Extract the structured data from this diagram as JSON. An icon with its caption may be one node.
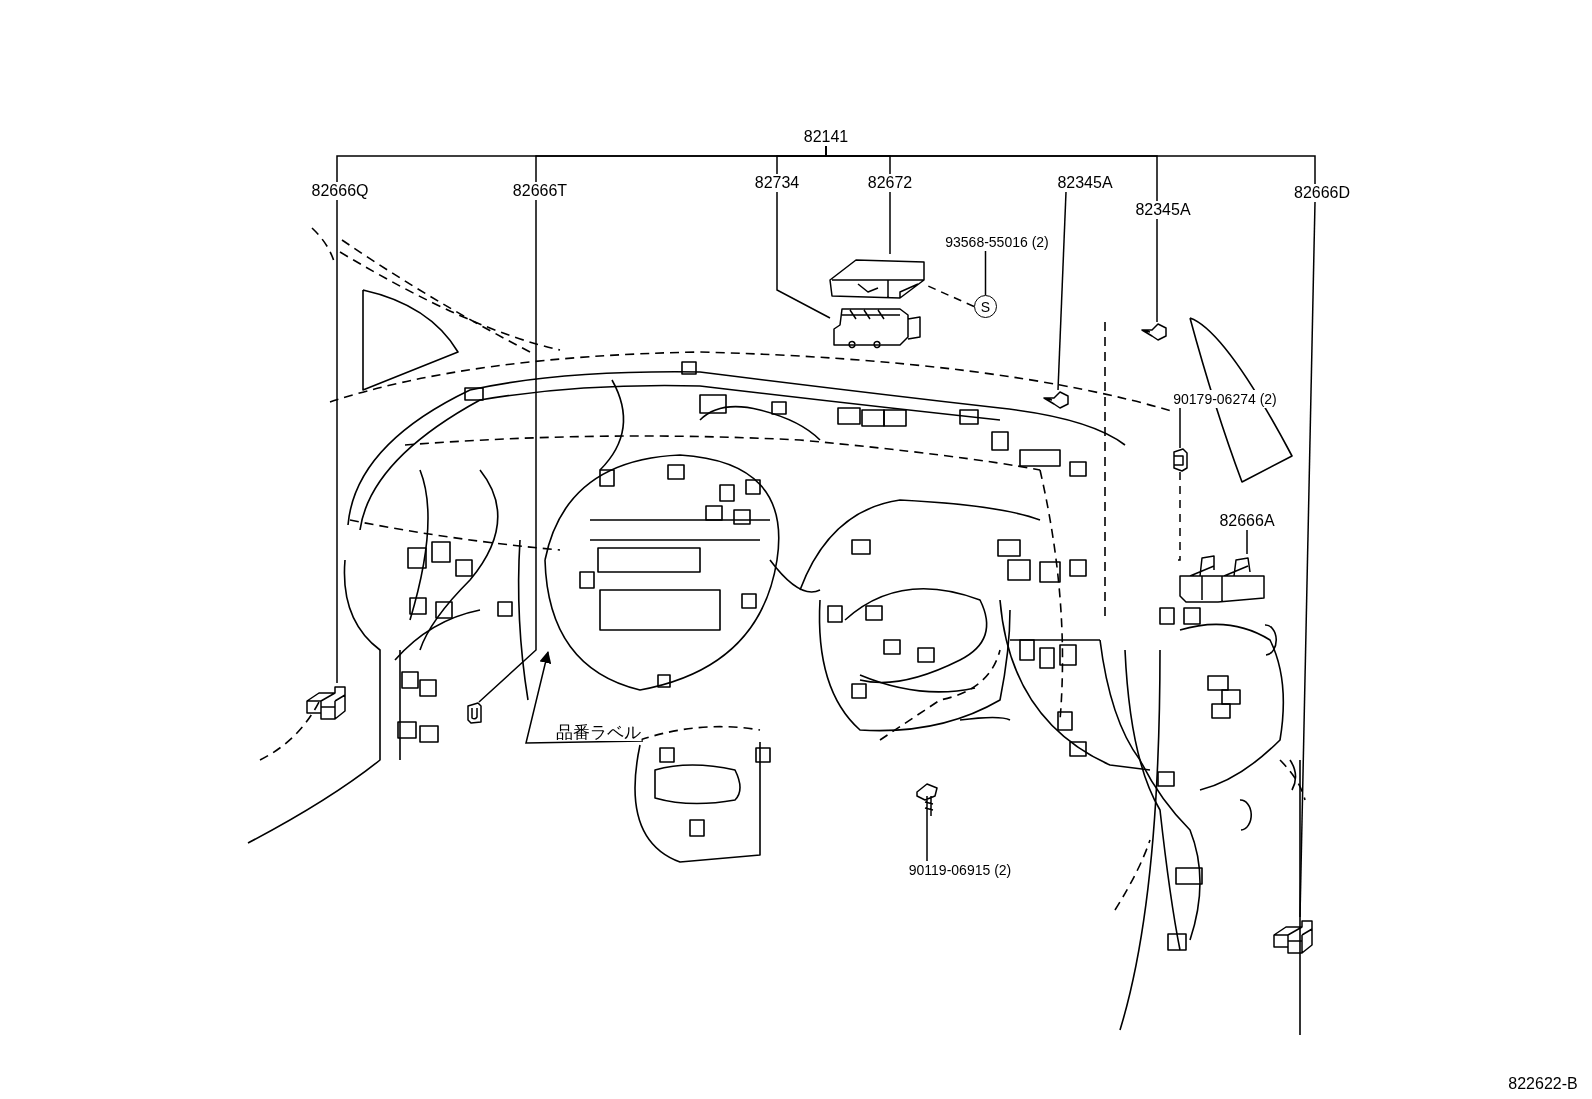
{
  "diagram": {
    "nodes": [
      {
        "text": [
          "82666Q"
        ]
      },
      {
        "text": [],
        "shape": "picture"
      },
      {
        "text": [
          "82666T"
        ]
      },
      {
        "text": [],
        "shape": "picture"
      },
      {
        "text": [
          "82734"
        ]
      },
      {
        "text": [],
        "shape": "picture"
      },
      {
        "text": [
          "82672"
        ]
      },
      {
        "text": [],
        "shape": "picture"
      },
      {
        "text": [
          "93568-55016 (2)"
        ]
      },
      {
        "text": [
          "S"
        ]
      },
      {
        "text": [
          "82345A"
        ]
      },
      {
        "text": [],
        "shape": "picture"
      },
      {
        "text": [
          "82345A"
        ]
      },
      {
        "text": [],
        "shape": "picture"
      },
      {
        "text": [
          "90179-06274 (2)"
        ]
      },
      {
        "text": [],
        "shape": "picture"
      },
      {
        "text": [
          "82666A"
        ]
      },
      {
        "text": [],
        "shape": "picture"
      },
      {
        "text": [
          "82666D"
        ]
      },
      {
        "text": [],
        "shape": "picture"
      },
      {
        "text": [
          "90119-06915 (2)"
        ]
      },
      {
        "text": [],
        "shape": "picture"
      },
      {
        "text": [
          "品番ラベル"
        ]
      },
      {
        "text": [
          "82141"
        ]
      }
    ],
    "edges": [
      {
        "from": 0,
        "to": 1,
        "arrow": "none"
      },
      {
        "from": 2,
        "to": 3,
        "arrow": "none"
      },
      {
        "from": 4,
        "to": 5,
        "arrow": "none"
      },
      {
        "from": 6,
        "to": 7,
        "arrow": "none"
      },
      {
        "from": 8,
        "to": 9,
        "arrow": "none"
      },
      {
        "from": 9,
        "to": 7,
        "arrow": "none",
        "style": "dashed"
      },
      {
        "from": 10,
        "to": 11,
        "arrow": "none"
      },
      {
        "from": 12,
        "to": 13,
        "arrow": "none"
      },
      {
        "from": 14,
        "to": 15,
        "arrow": "none"
      },
      {
        "from": 15,
        "to": 17,
        "arrow": "none",
        "style": "dashed"
      },
      {
        "from": 16,
        "to": 17,
        "arrow": "none"
      },
      {
        "from": 18,
        "to": 19,
        "arrow": "none"
      },
      {
        "from": 20,
        "to": 21,
        "arrow": "none"
      },
      {
        "from": 22,
        "to": null,
        "arrow": "to"
      },
      {
        "from": 23,
        "to": 0,
        "arrow": "none"
      },
      {
        "from": 23,
        "to": 2,
        "arrow": "none"
      },
      {
        "from": 23,
        "to": 4,
        "arrow": "none"
      },
      {
        "from": 23,
        "to": 6,
        "arrow": "none"
      },
      {
        "from": 23,
        "to": 12,
        "arrow": "none"
      },
      {
        "from": 23,
        "to": 18,
        "arrow": "none"
      }
    ],
    "labels": [
      "822622-B"
    ]
  }
}
